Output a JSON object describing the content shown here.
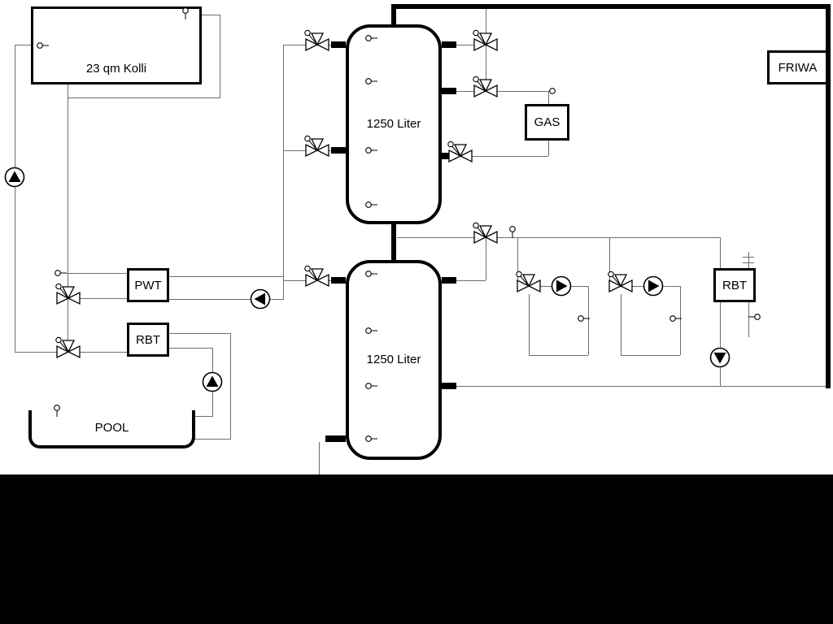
{
  "labels": {
    "collector": "23 qm Kolli",
    "tank_top": "1250 Liter",
    "tank_bottom": "1250 Liter",
    "gas": "GAS",
    "friwa": "FRIWA",
    "pwt": "PWT",
    "rbt_left": "RBT",
    "rbt_right": "RBT",
    "pool": "POOL"
  },
  "colors": {
    "pipe": "#6e6e6e",
    "outline": "#000000",
    "background": "#ffffff",
    "bottom_band": "#000000"
  },
  "icons": {
    "pump": "circle-with-solid-triangle-flow-direction",
    "valve": "three-way-motorized-valve-bowtie-with-actuator",
    "sensor": "temperature-probe-small-circle"
  }
}
